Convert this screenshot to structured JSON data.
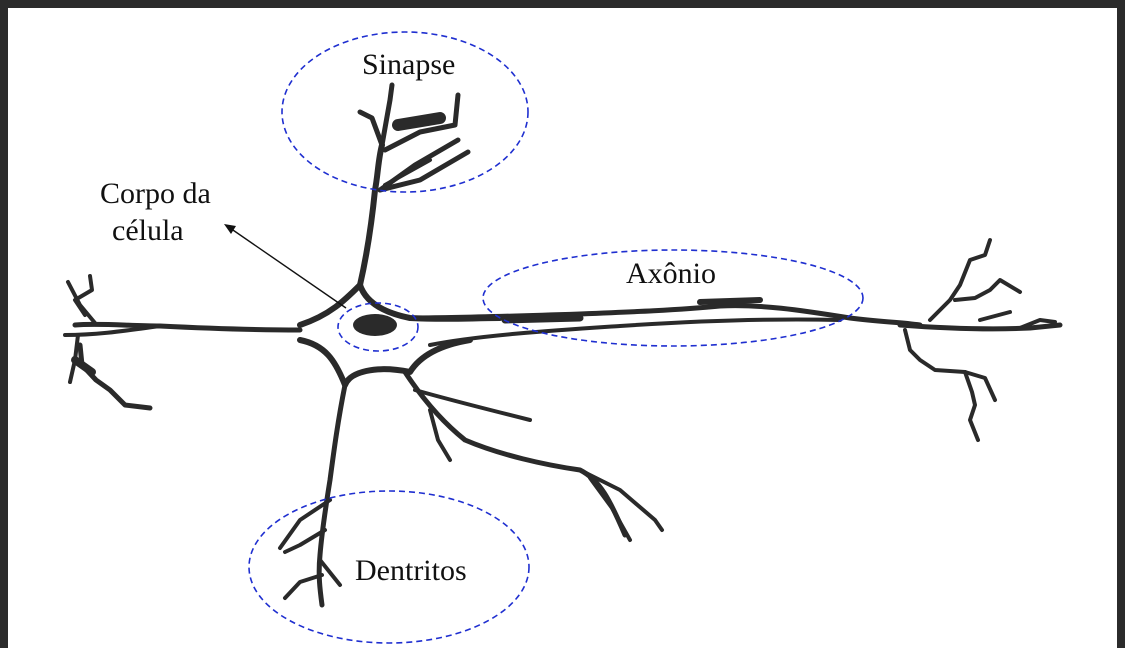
{
  "labels": {
    "synapse": "Sinapse",
    "cell_body_line1": "Corpo da",
    "cell_body_line2": "célula",
    "axon": "Axônio",
    "dendrites": "Dentritos"
  },
  "colors": {
    "neuron": "#2a2a2a",
    "dashed_region": "#1f2fd0",
    "frame": "#2b2b2b",
    "background": "#ffffff"
  }
}
